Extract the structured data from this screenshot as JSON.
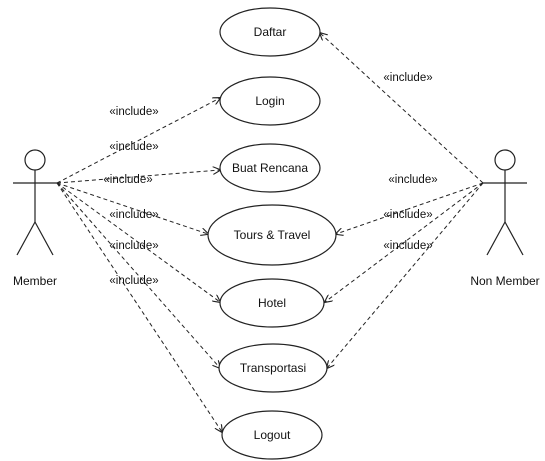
{
  "actors": {
    "member": {
      "label": "Member"
    },
    "non_member": {
      "label": "Non Member"
    }
  },
  "use_cases": {
    "daftar": "Daftar",
    "login": "Login",
    "buat_rencana": "Buat Rencana",
    "tours_travel": "Tours & Travel",
    "hotel": "Hotel",
    "transportasi": "Transportasi",
    "logout": "Logout"
  },
  "relations": {
    "member_login": "«include»",
    "member_buat_rencana_1": "«include»",
    "member_buat_rencana_2": "«include»",
    "member_tours_travel": "«include»",
    "member_hotel": "«include»",
    "member_transportasi": "«include»",
    "nonmember_daftar": "«include»",
    "nonmember_tours_1": "«include»",
    "nonmember_tours_2": "«include»",
    "nonmember_hotel": "«include»"
  }
}
